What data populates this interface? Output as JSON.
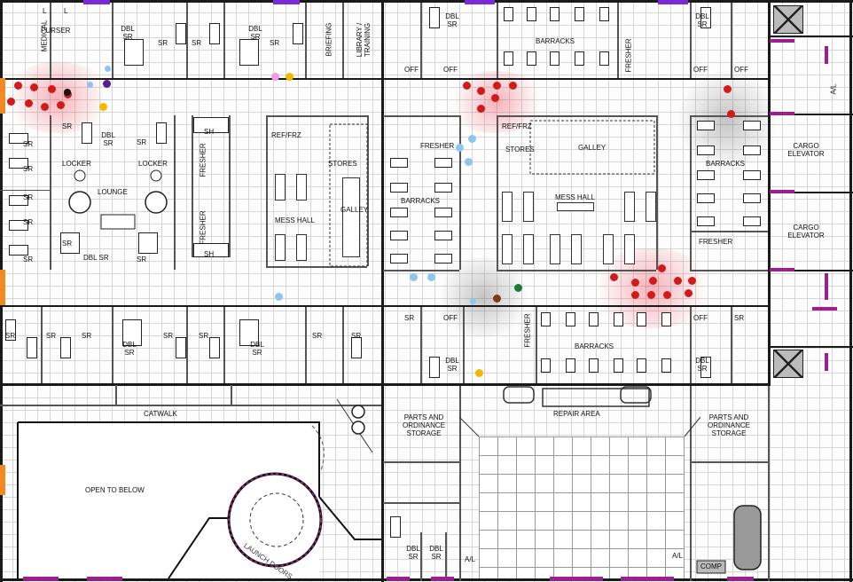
{
  "map": {
    "labels": {
      "medical": "MEDICAL",
      "purser": "PURSER",
      "l": "L",
      "sr": "SR",
      "dbl_sr": "DBL SR",
      "briefing": "BRIEFING",
      "library": "LIBRARY / TRAINING",
      "off": "OFF",
      "barracks": "BARRACKS",
      "fresher": "FRESHER",
      "locker": "LOCKER",
      "lounge": "LOUNGE",
      "sh": "SH",
      "ref_frz": "REF/FRZ",
      "stores": "STORES",
      "mess_hall": "MESS HALL",
      "galley": "GALLEY",
      "cargo_elevator": "CARGO ELEVATOR",
      "al": "A/L",
      "catwalk": "CATWALK",
      "open_to_below": "OPEN TO BELOW",
      "parts_storage": "PARTS AND ORDINANCE STORAGE",
      "repair_area": "REPAIR AREA",
      "comp": "COMP",
      "launch_doors": "LAUNCH DOORS"
    },
    "colors": {
      "wall": "#1a1a1a",
      "door": "#9c1f8f",
      "door_wide": "#7a2bd6",
      "marker_orange": "#f08a24",
      "token_red": "#d31a1a",
      "token_blue": "#8cc6ec",
      "token_yellow": "#f5b800",
      "token_pink": "#f29adf",
      "token_purple": "#5a1c8e",
      "token_brown": "#7a3b1c",
      "token_green": "#1d7a3a"
    },
    "icons": [
      "bed-icon",
      "chair-icon",
      "table-icon",
      "crate-icon",
      "elevator-shaft-icon",
      "vehicle-icon"
    ]
  }
}
